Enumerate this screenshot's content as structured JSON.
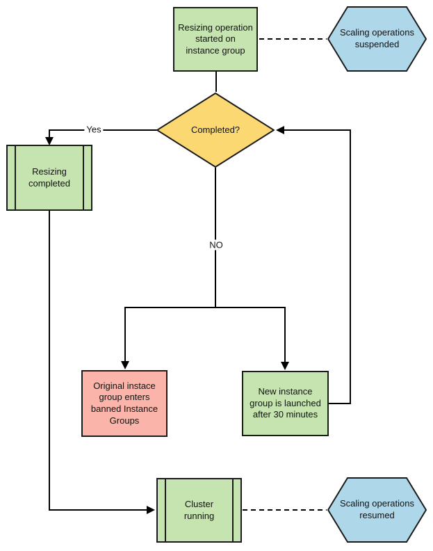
{
  "colors": {
    "process_green": "#c6e4af",
    "decision_yellow": "#fbd871",
    "terminator_blue": "#aed7ea",
    "alert_red": "#fab4aa",
    "border_black": "#1a1a1a",
    "connector_black": "#000000"
  },
  "nodes": {
    "start": {
      "type": "process",
      "label": "Resizing operation\nstarted on\ninstance group"
    },
    "suspended": {
      "type": "hexagon",
      "label": "Scaling operations\nsuspended"
    },
    "completed": {
      "type": "decision",
      "label": "Completed?"
    },
    "resizing_completed": {
      "type": "predefined-process",
      "label": "Resizing\ncompleted"
    },
    "banned": {
      "type": "process",
      "label": "Original instace\ngroup enters\nbanned Instance\nGroups"
    },
    "new_group": {
      "type": "process",
      "label": "New instance\ngroup is launched\nafter 30 minutes"
    },
    "cluster": {
      "type": "predefined-process",
      "label": "Cluster\nrunning"
    },
    "resumed": {
      "type": "hexagon",
      "label": "Scaling operations\nresumed"
    }
  },
  "edge_labels": {
    "yes": "Yes",
    "no": "NO"
  }
}
